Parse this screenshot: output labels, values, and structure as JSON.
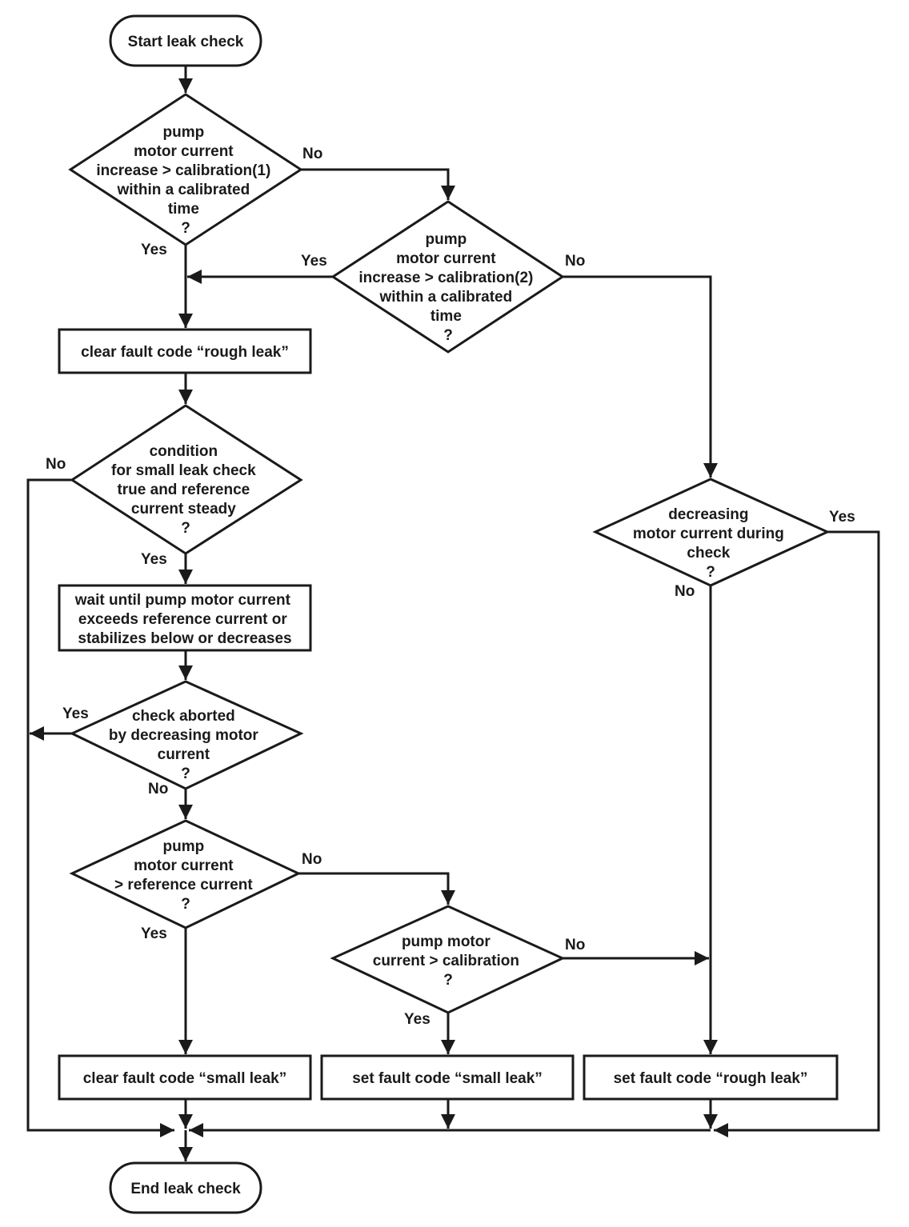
{
  "nodes": {
    "start": "Start leak check",
    "d1": [
      "pump",
      "motor current",
      "increase > calibration(1)",
      "within a calibrated",
      "time",
      "?"
    ],
    "d2": [
      "pump",
      "motor current",
      "increase > calibration(2)",
      "within a calibrated",
      "time",
      "?"
    ],
    "clear_rough": "clear fault code “rough leak”",
    "d3": [
      "condition",
      "for small leak check",
      "true and reference",
      "current steady",
      "?"
    ],
    "wait": [
      "wait until pump motor current",
      "exceeds reference current or",
      "stabilizes below or decreases"
    ],
    "d4": [
      "check aborted",
      "by decreasing motor",
      "current",
      "?"
    ],
    "d5": [
      "pump",
      "motor current",
      "> reference current",
      "?"
    ],
    "d6": [
      "pump motor",
      "current > calibration",
      "?"
    ],
    "d7": [
      "decreasing",
      "motor current during",
      "check",
      "?"
    ],
    "clear_small": "clear fault code “small leak”",
    "set_small": "set fault code “small leak”",
    "set_rough": "set fault code “rough leak”",
    "end": "End leak check"
  },
  "labels": {
    "d1_no": "No",
    "d1_yes": "Yes",
    "d2_yes": "Yes",
    "d2_no": "No",
    "d3_no": "No",
    "d3_yes": "Yes",
    "d4_yes": "Yes",
    "d4_no": "No",
    "d5_no": "No",
    "d5_yes": "Yes",
    "d6_no": "No",
    "d6_yes": "Yes",
    "d7_yes": "Yes",
    "d7_no": "No"
  }
}
